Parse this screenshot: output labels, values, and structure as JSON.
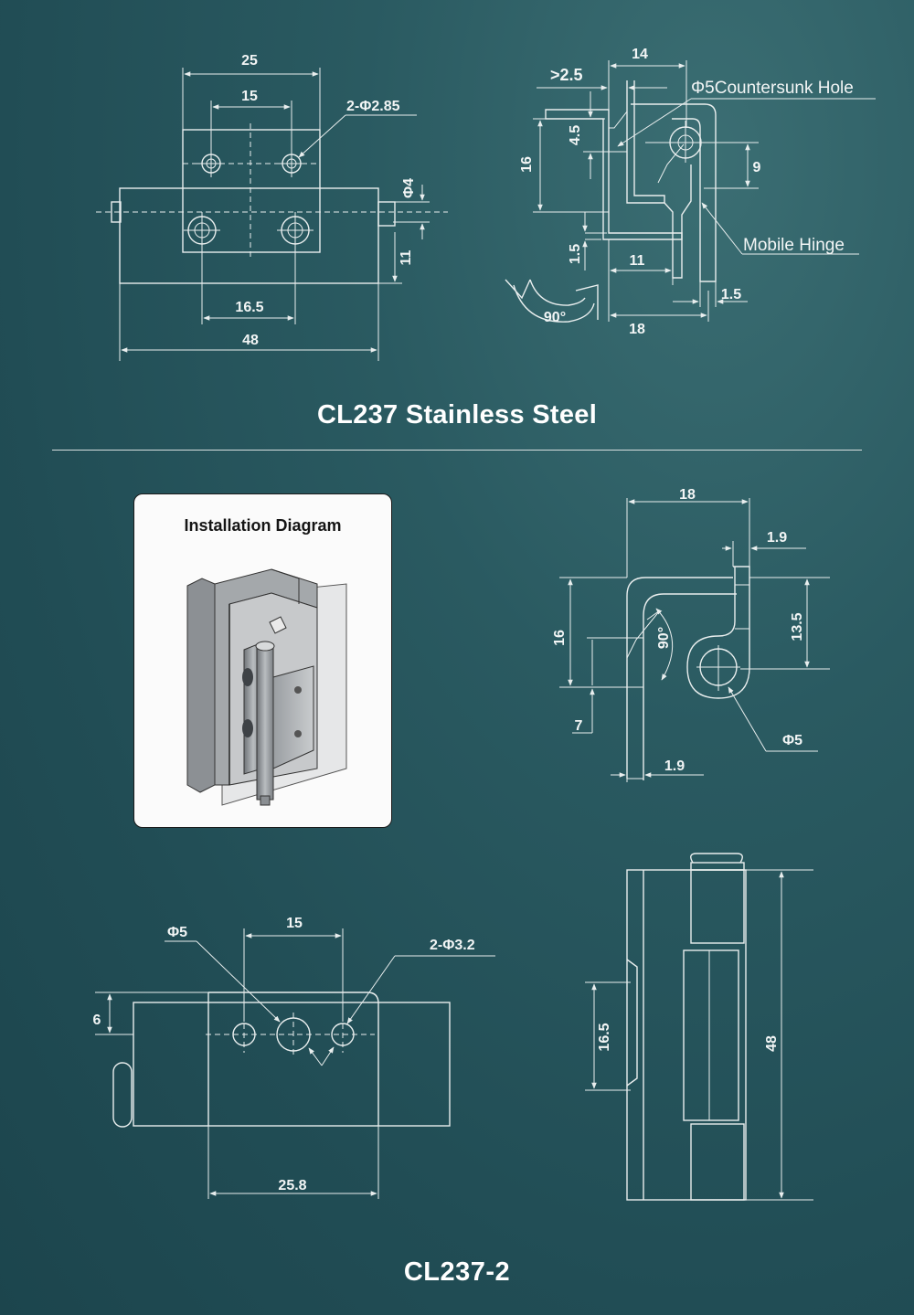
{
  "titles": {
    "top": "CL237 Stainless Steel",
    "bottom": "CL237-2"
  },
  "install": {
    "title": "Installation Diagram"
  },
  "cl237_front": {
    "d25": "25",
    "d15": "15",
    "holes": "2-Φ2.85",
    "phi4": "Φ4",
    "d11": "11",
    "d16_5": "16.5",
    "d48": "48"
  },
  "cl237_side": {
    "d14": "14",
    "d2_5": ">2.5",
    "countersunk": "Φ5Countersunk Hole",
    "d4_5": "4.5",
    "d16": "16",
    "d9": "9",
    "mobile": "Mobile Hinge",
    "d1_5a": "1.5",
    "d11": "11",
    "d1_5b": "1.5",
    "angle": "90°",
    "d18": "18"
  },
  "cl2372_side": {
    "d18": "18",
    "d1_9top": "1.9",
    "d16": "16",
    "d13_5": "13.5",
    "angle": "90°",
    "d7": "7",
    "phi5": "Φ5",
    "d1_9bot": "1.9"
  },
  "cl2372_front": {
    "phi5": "Φ5",
    "d15": "15",
    "holes": "2-Φ3.2",
    "d6": "6",
    "d25_8": "25.8"
  },
  "cl2372_back": {
    "d16_5": "16.5",
    "d48": "48"
  }
}
